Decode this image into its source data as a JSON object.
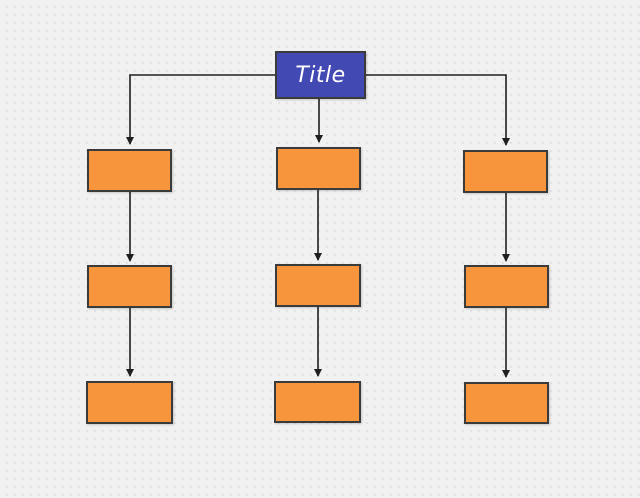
{
  "colors": {
    "background": "#f1f1f2",
    "grid_dot": "#e2e2e5",
    "title_fill": "#4349b2",
    "title_text": "#ffffff",
    "node_fill": "#f7953d",
    "node_border": "#3b3b3b",
    "arrow": "#1f1f1f"
  },
  "diagram": {
    "title": {
      "label": "Title"
    },
    "nodes": [
      {
        "name": "title",
        "label": "Title",
        "kind": "title"
      },
      {
        "name": "col1-row1",
        "label": "",
        "kind": "step"
      },
      {
        "name": "col2-row1",
        "label": "",
        "kind": "step"
      },
      {
        "name": "col3-row1",
        "label": "",
        "kind": "step"
      },
      {
        "name": "col1-row2",
        "label": "",
        "kind": "step"
      },
      {
        "name": "col2-row2",
        "label": "",
        "kind": "step"
      },
      {
        "name": "col3-row2",
        "label": "",
        "kind": "step"
      },
      {
        "name": "col1-row3",
        "label": "",
        "kind": "step"
      },
      {
        "name": "col2-row3",
        "label": "",
        "kind": "step"
      },
      {
        "name": "col3-row3",
        "label": "",
        "kind": "step"
      }
    ],
    "edges": [
      {
        "from": "title",
        "to": "col1-row1"
      },
      {
        "from": "title",
        "to": "col2-row1"
      },
      {
        "from": "title",
        "to": "col3-row1"
      },
      {
        "from": "col1-row1",
        "to": "col1-row2"
      },
      {
        "from": "col2-row1",
        "to": "col2-row2"
      },
      {
        "from": "col3-row1",
        "to": "col3-row2"
      },
      {
        "from": "col1-row2",
        "to": "col1-row3"
      },
      {
        "from": "col2-row2",
        "to": "col2-row3"
      },
      {
        "from": "col3-row2",
        "to": "col3-row3"
      }
    ]
  }
}
